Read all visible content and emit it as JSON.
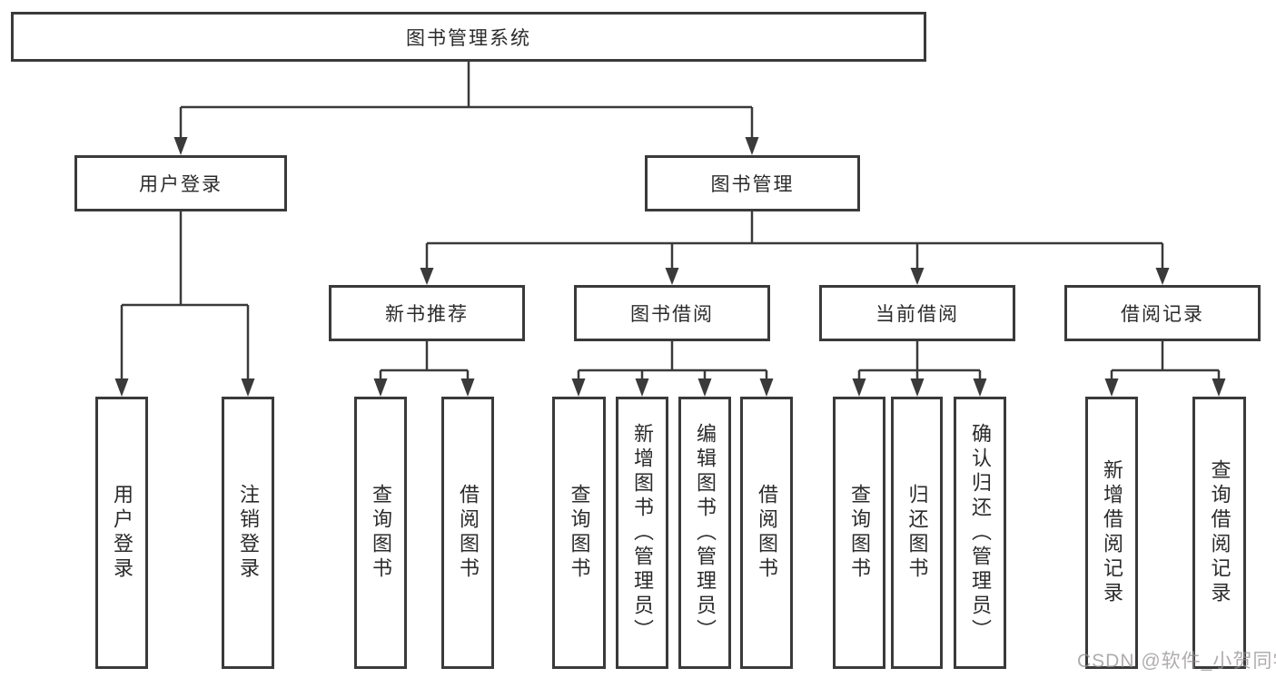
{
  "diagram": {
    "root": "图书管理系统",
    "branches": {
      "user_login": "用户登录",
      "book_mgmt": "图书管理"
    },
    "modules": {
      "new_book": "新书推荐",
      "borrow": "图书借阅",
      "current": "当前借阅",
      "records": "借阅记录"
    },
    "leaves": {
      "login": "用户登录",
      "logout": "注销登录",
      "nb_query": "查询图书",
      "nb_borrow": "借阅图书",
      "bb_query": "查询图书",
      "bb_add": "新增图书（管理员）",
      "bb_edit": "编辑图书（管理员）",
      "bb_borrow": "借阅图书",
      "cb_query": "查询图书",
      "cb_return": "归还图书",
      "cb_confirm": "确认归还（管理员）",
      "br_add": "新增借阅记录",
      "br_query": "查询借阅记录"
    }
  },
  "watermark": "CSDN @软件_小贺同学",
  "colors": {
    "line": "#3a3a3a",
    "text": "#2b2b2b",
    "watermark": "#969090",
    "background": "#ffffff"
  }
}
